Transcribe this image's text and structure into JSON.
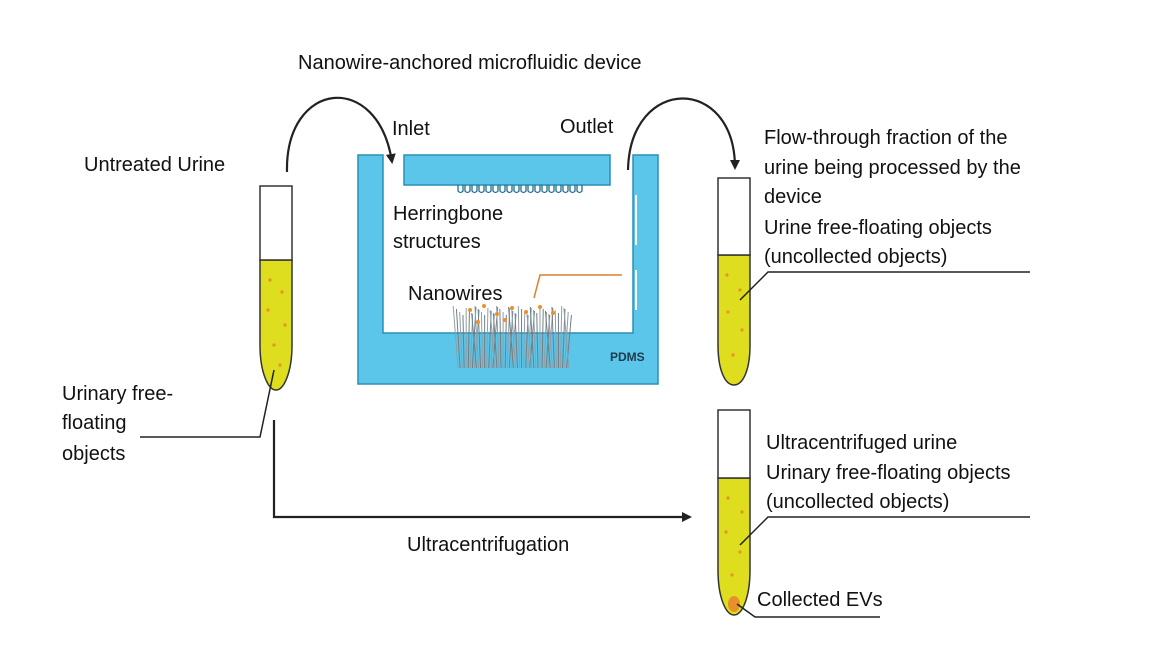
{
  "title": "Nanowire-anchored  microfluidic device",
  "labels": {
    "inlet": "Inlet",
    "outlet": "Outlet",
    "untreated_urine": "Untreated  Urine",
    "herringbone_1": "Herringbone",
    "herringbone_2": "structures",
    "nanowires": "Nanowires",
    "pdms": "PDMS",
    "urinary_free_1": "Urinary free-",
    "urinary_free_2": "floating",
    "urinary_free_3": "objects",
    "flow_1": "Flow-through  fraction of the",
    "flow_2": "urine being processed by the",
    "flow_3": "device",
    "flow_4": "Urine free-floating objects",
    "flow_5": "(uncollected objects)",
    "ultra_1": "Ultracentrifuged  urine",
    "ultra_2": "Urinary free-floating  objects",
    "ultra_3": "(uncollected objects)",
    "ultracentrifugation": "Ultracentrifugation",
    "collected_evs": "Collected EVs"
  },
  "colors": {
    "device_blue": "#5cc6ea",
    "urine_yellow": "#dede1e",
    "particle_orange": "#e8902a",
    "arrow": "#222222"
  }
}
